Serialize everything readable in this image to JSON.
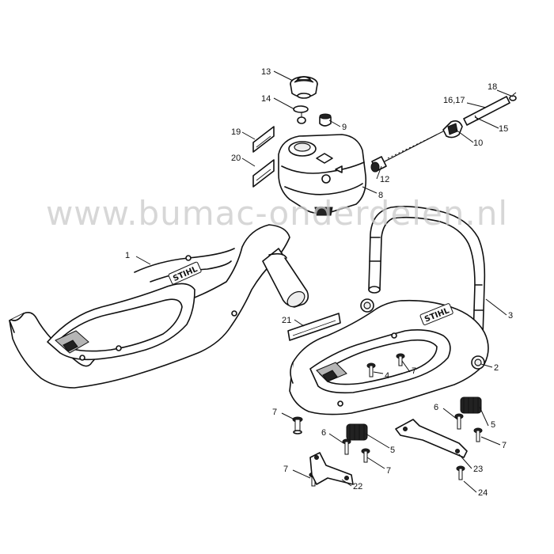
{
  "watermark": "www.bumac-onderdelen.nl",
  "callouts": [
    {
      "id": "c1",
      "text": "1"
    },
    {
      "id": "c2",
      "text": "2"
    },
    {
      "id": "c3",
      "text": "3"
    },
    {
      "id": "c4",
      "text": "4"
    },
    {
      "id": "c5a",
      "text": "5"
    },
    {
      "id": "c5b",
      "text": "5"
    },
    {
      "id": "c6a",
      "text": "6"
    },
    {
      "id": "c6b",
      "text": "6"
    },
    {
      "id": "c7a",
      "text": "7"
    },
    {
      "id": "c7b",
      "text": "7"
    },
    {
      "id": "c7c",
      "text": "7"
    },
    {
      "id": "c7d",
      "text": "7"
    },
    {
      "id": "c7e",
      "text": "7"
    },
    {
      "id": "c8",
      "text": "8"
    },
    {
      "id": "c9",
      "text": "9"
    },
    {
      "id": "c10",
      "text": "10"
    },
    {
      "id": "c12",
      "text": "12"
    },
    {
      "id": "c13",
      "text": "13"
    },
    {
      "id": "c14",
      "text": "14"
    },
    {
      "id": "c15",
      "text": "15"
    },
    {
      "id": "c1617",
      "text": "16,17"
    },
    {
      "id": "c18",
      "text": "18"
    },
    {
      "id": "c19",
      "text": "19"
    },
    {
      "id": "c20",
      "text": "20"
    },
    {
      "id": "c21",
      "text": "21"
    },
    {
      "id": "c22",
      "text": "22"
    },
    {
      "id": "c23",
      "text": "23"
    },
    {
      "id": "c24",
      "text": "24"
    }
  ],
  "brand_marks": [
    "STIHL",
    "STIHL"
  ],
  "icons": [
    "fuel-cap-icon",
    "fuel-tank-icon",
    "front-handle-icon",
    "bail-handle-icon",
    "spring-icon",
    "screw-icon",
    "bracket-icon"
  ]
}
